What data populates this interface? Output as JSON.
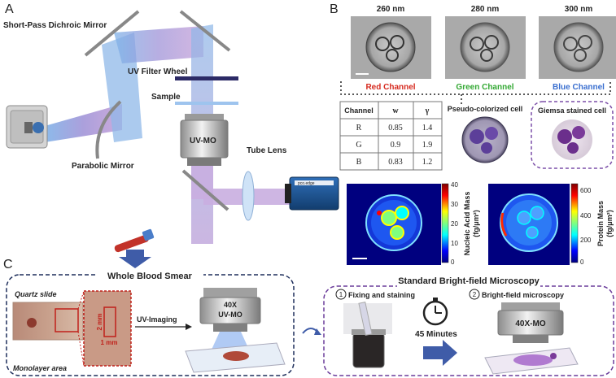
{
  "panels": {
    "a": "A",
    "b": "B",
    "c": "C"
  },
  "setup": {
    "short_pass": "Short-Pass Dichroic Mirror",
    "uv_filter_wheel": "UV Filter Wheel",
    "sample": "Sample",
    "objective": "UV-MO",
    "tube_lens": "Tube Lens",
    "parabolic_mirror": "Parabolic Mirror",
    "camera_brand": "pco.edge"
  },
  "imaging": {
    "wavelengths": [
      "260 nm",
      "280 nm",
      "300 nm"
    ],
    "channels": [
      {
        "label": "Red Channel",
        "color": "#d62a1f"
      },
      {
        "label": "Green Channel",
        "color": "#32a832"
      },
      {
        "label": "Blue Channel",
        "color": "#3a6fd0"
      }
    ],
    "table": {
      "headers": [
        "Channel",
        "w",
        "γ"
      ],
      "rows": [
        [
          "R",
          "0.85",
          "1.4"
        ],
        [
          "G",
          "0.9",
          "1.9"
        ],
        [
          "B",
          "0.83",
          "1.2"
        ]
      ]
    },
    "pseudo_label": "Pseudo-colorized cell",
    "giemsa_label": "Giemsa stained cell"
  },
  "maps": {
    "nucleic": {
      "label": "Nucleic Acid Mass",
      "unit": "(fg/μm²)",
      "ticks": [
        "40",
        "30",
        "20",
        "10",
        "0"
      ]
    },
    "protein": {
      "label": "Protein Mass",
      "unit": "(fg/μm²)",
      "ticks": [
        "600",
        "400",
        "200",
        "0"
      ]
    }
  },
  "workflow": {
    "smear_title": "Whole Blood Smear",
    "quartz": "Quartz slide",
    "monolayer": "Monolayer area",
    "dim_2mm": "2 mm",
    "dim_1mm": "1 mm",
    "uv_imaging": "UV-Imaging",
    "obj_40x_l1": "40X",
    "obj_40x_l2": "UV-MO",
    "standard_title": "Standard Bright-field Microscopy",
    "step1_num": "1",
    "step1": "Fixing and staining",
    "step2_num": "2",
    "step2": "Bright-field microscopy",
    "time": "45 Minutes",
    "bf_obj": "40X-MO"
  }
}
